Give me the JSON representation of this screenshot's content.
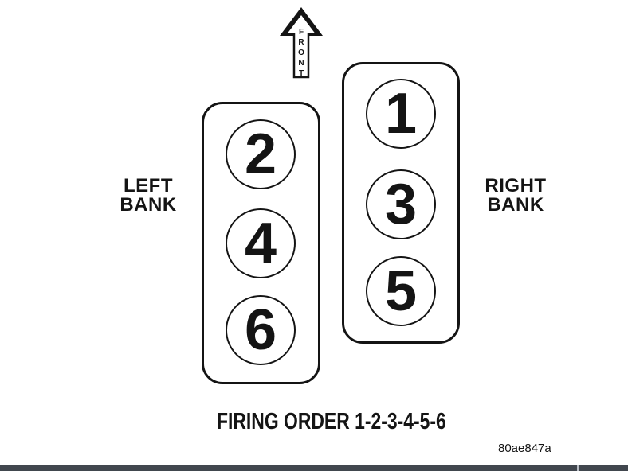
{
  "figure": {
    "front_arrow": {
      "label": "FRONT"
    },
    "banks": {
      "left": {
        "name_line1": "LEFT",
        "name_line2": "BANK",
        "cylinders": [
          "2",
          "4",
          "6"
        ]
      },
      "right": {
        "name_line1": "RIGHT",
        "name_line2": "BANK",
        "cylinders": [
          "1",
          "3",
          "5"
        ]
      }
    },
    "caption": "FIRING ORDER 1-2-3-4-5-6",
    "figure_code": "80ae847a",
    "colors": {
      "ink": "#141414",
      "background": "#ffffff",
      "footer_bar": "#41474e"
    }
  }
}
